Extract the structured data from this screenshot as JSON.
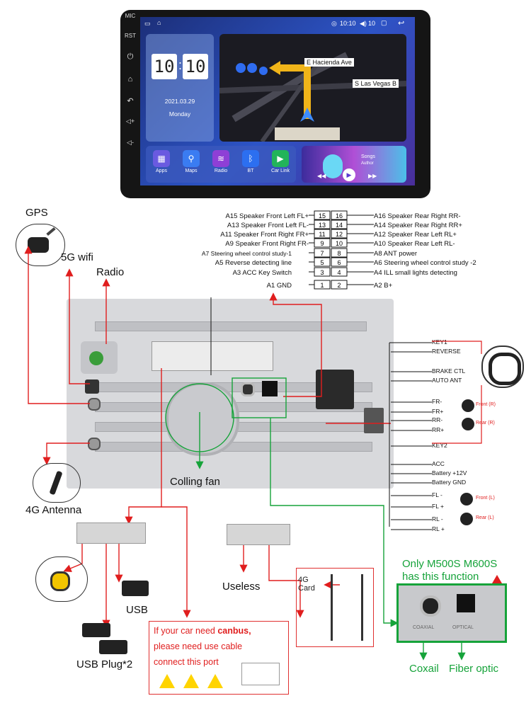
{
  "head_unit": {
    "side_keys": [
      "MIC",
      "RST",
      "⏻",
      "⌂",
      "↶",
      "◁+",
      "◁-"
    ],
    "status_time": "10:10",
    "status_volume": "10",
    "clock_h": "10",
    "clock_m": "10",
    "date": "2021.03.29",
    "weekday": "Monday",
    "map_street_1": "E Hacienda Ave",
    "map_street_2": "S Las Vegas B",
    "apps": [
      "Apps",
      "Maps",
      "Radio",
      "BT",
      "Car Link"
    ],
    "music_title": "Songs",
    "music_artist": "Author"
  },
  "labels": {
    "gps": "GPS",
    "wifi": "5G wifi",
    "radio": "Radio",
    "antenna_4g": "4G Antenna",
    "fan": "Colling fan",
    "usb": "USB",
    "usb_plug": "USB Plug*2",
    "useless": "Useless",
    "card_4g": "4G Card",
    "only_models_1": "Only M500S M600S",
    "only_models_2": "has this function",
    "coaxial": "Coxail",
    "fiber": "Fiber optic",
    "coaxial_panel": "COAXIAL",
    "optical_panel": "OPTICAL"
  },
  "canbus_note": {
    "line1_pre": "If your car need ",
    "line1_bold": "canbus,",
    "line2": "please need use cable",
    "line3": "connect this port"
  },
  "pinout": {
    "left": [
      {
        "code": "A15",
        "label": "Speaker Front Left FL+"
      },
      {
        "code": "A13",
        "label": "Speaker Front Left FL-"
      },
      {
        "code": "A11",
        "label": "Speaker Front Right FR+"
      },
      {
        "code": "A9",
        "label": "Speaker Front Right FR-"
      },
      {
        "code": "A7",
        "label": "Steering wheel control study-1"
      },
      {
        "code": "A5",
        "label": "Reverse detecting line"
      },
      {
        "code": "A3",
        "label": "ACC Key Switch"
      },
      {
        "code": "A1",
        "label": "GND"
      }
    ],
    "right": [
      {
        "code": "A16",
        "label": "Speaker Rear Right RR-"
      },
      {
        "code": "A14",
        "label": "Speaker Rear Right RR+"
      },
      {
        "code": "A12",
        "label": "Speaker Rear Left RL+"
      },
      {
        "code": "A10",
        "label": "Speaker Rear Left RL-"
      },
      {
        "code": "A8",
        "label": "ANT power"
      },
      {
        "code": "A6",
        "label": "Steering wheel control study -2"
      },
      {
        "code": "A4",
        "label": "ILL small lights detecting"
      },
      {
        "code": "A2",
        "label": "B+"
      }
    ],
    "left_nums": [
      "15",
      "13",
      "11",
      "9",
      "7",
      "5",
      "3",
      "1"
    ],
    "right_nums": [
      "16",
      "14",
      "12",
      "10",
      "8",
      "6",
      "4",
      "2"
    ]
  },
  "right_wiring": [
    "KEY1",
    "REVERSE",
    "BRAKE CTL",
    "AUTO ANT",
    "FR-",
    "FR+",
    "RR-",
    "RR+",
    "KEY2",
    "ACC",
    "Battery +12V",
    "Battery GND",
    "FL -",
    "FL +",
    "RL -",
    "RL +"
  ],
  "speakers": {
    "front_r": "Front (R)",
    "rear_r": "Rear (R)",
    "front_l": "Front (L)",
    "rear_l": "Rear (L)"
  },
  "colors": {
    "arrow": "#e01e1e",
    "green": "#16a33a",
    "warning": "#ffd400"
  }
}
